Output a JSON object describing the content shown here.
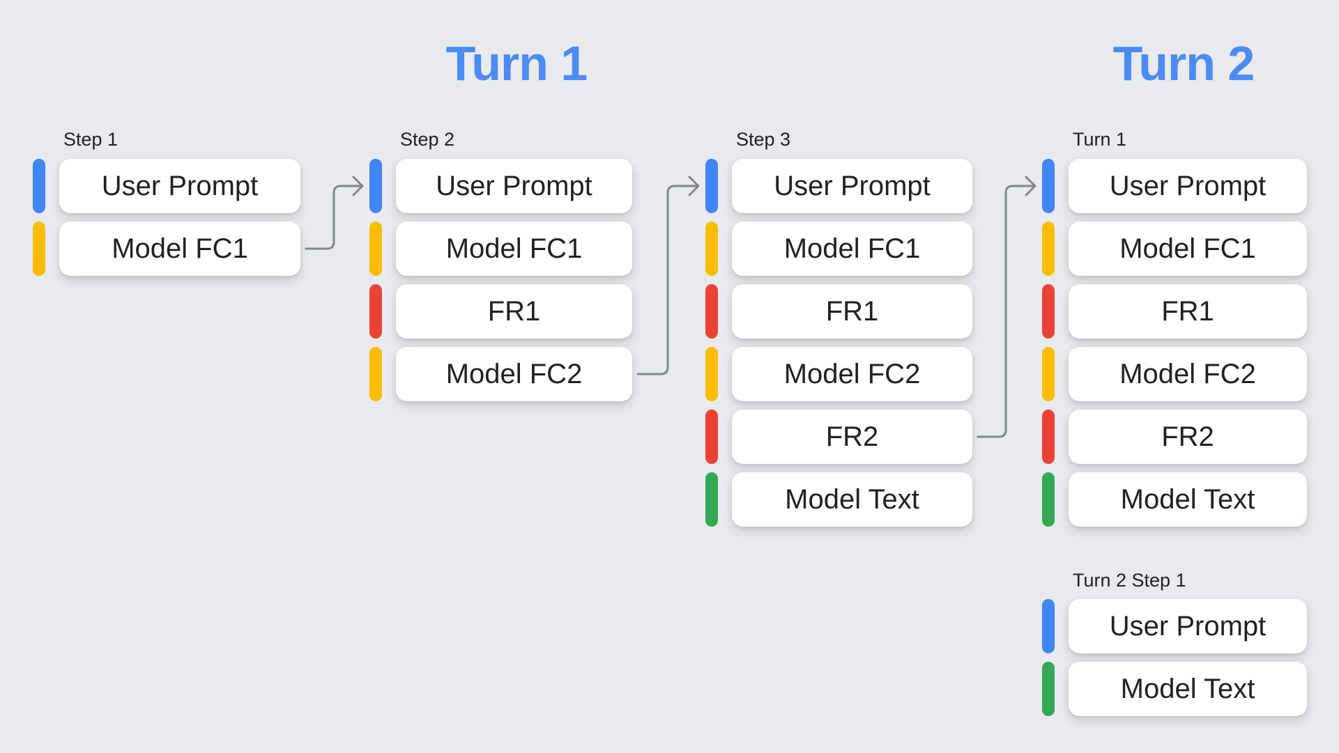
{
  "canvas": {
    "background": "#E8EAED"
  },
  "titles": [
    {
      "id": "turn-1",
      "label": "Turn 1"
    },
    {
      "id": "turn-2",
      "label": "Turn 2"
    }
  ],
  "palette": {
    "title_blue": "#4C8BF4",
    "user_prompt": "#4285F4",
    "model_function_call": "#FBBC04",
    "function_response": "#EA4335",
    "model_text": "#34A853",
    "arrow_gray": "#80868B",
    "box_bg": "#FFFFFF",
    "text_dark": "#202124"
  },
  "groups": [
    {
      "label": "Step 1",
      "items": [
        {
          "text": "User Prompt",
          "type": "user_prompt"
        },
        {
          "text": "Model FC1",
          "type": "model_function_call"
        }
      ]
    },
    {
      "label": "Step 2",
      "items": [
        {
          "text": "User Prompt",
          "type": "user_prompt"
        },
        {
          "text": "Model FC1",
          "type": "model_function_call"
        },
        {
          "text": "FR1",
          "type": "function_response"
        },
        {
          "text": "Model FC2",
          "type": "model_function_call"
        }
      ]
    },
    {
      "label": "Step 3",
      "items": [
        {
          "text": "User Prompt",
          "type": "user_prompt"
        },
        {
          "text": "Model FC1",
          "type": "model_function_call"
        },
        {
          "text": "FR1",
          "type": "function_response"
        },
        {
          "text": "Model FC2",
          "type": "model_function_call"
        },
        {
          "text": "FR2",
          "type": "function_response"
        },
        {
          "text": "Model Text",
          "type": "model_text"
        }
      ]
    },
    {
      "label": "Turn 1",
      "items": [
        {
          "text": "User Prompt",
          "type": "user_prompt"
        },
        {
          "text": "Model FC1",
          "type": "model_function_call"
        },
        {
          "text": "FR1",
          "type": "function_response"
        },
        {
          "text": "Model FC2",
          "type": "model_function_call"
        },
        {
          "text": "FR2",
          "type": "function_response"
        },
        {
          "text": "Model Text",
          "type": "model_text"
        }
      ]
    },
    {
      "label": "Turn 2 Step 1",
      "items": [
        {
          "text": "User Prompt",
          "type": "user_prompt"
        },
        {
          "text": "Model Text",
          "type": "model_text"
        }
      ]
    }
  ],
  "arrows": [
    {
      "from_group": 0,
      "from_row": 1,
      "to_group": 1,
      "to_row": 0
    },
    {
      "from_group": 1,
      "from_row": 3,
      "to_group": 2,
      "to_row": 0
    },
    {
      "from_group": 2,
      "from_row": 4,
      "to_group": 3,
      "to_row": 0
    }
  ]
}
